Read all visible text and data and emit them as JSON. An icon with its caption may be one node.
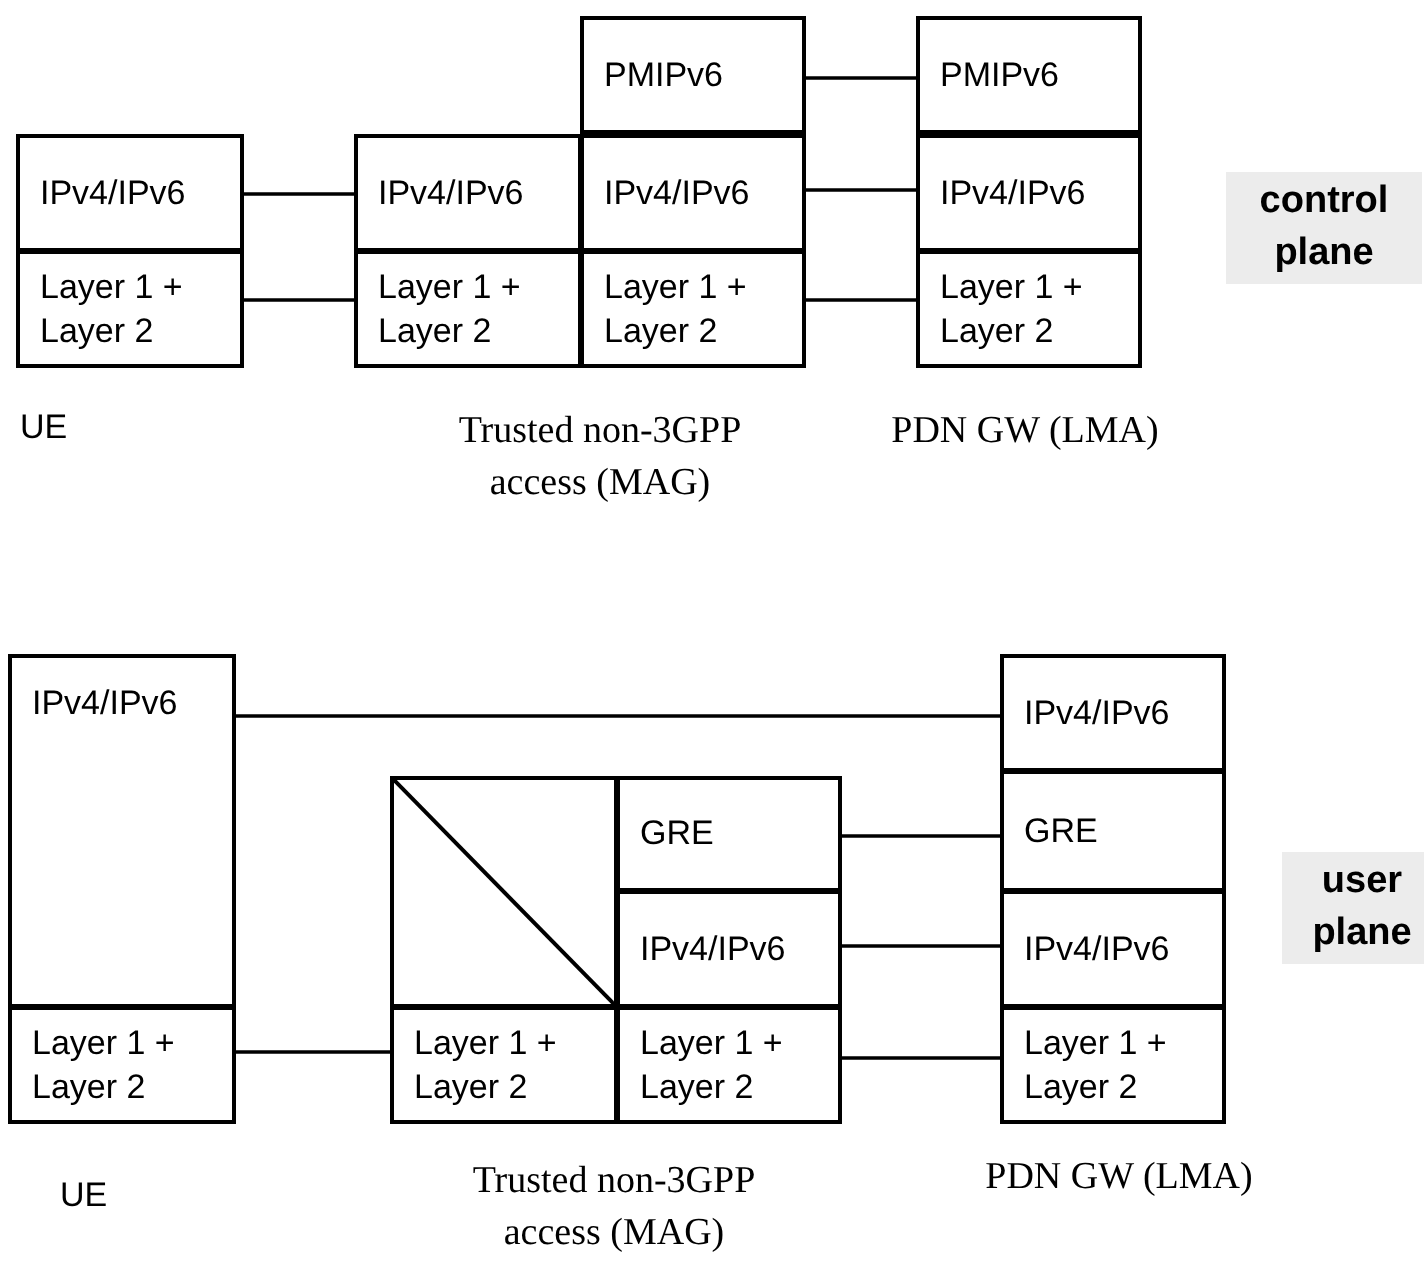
{
  "diagram": {
    "nodes": [
      {
        "text": [
          "PMIPv6"
        ]
      },
      {
        "text": [
          "PMIPv6"
        ]
      },
      {
        "text": [
          "IPv4/IPv6"
        ]
      },
      {
        "text": [
          "IPv4/IPv6"
        ]
      },
      {
        "text": [
          "IPv4/IPv6"
        ]
      },
      {
        "text": [
          "IPv4/IPv6"
        ]
      },
      {
        "text": [
          "Layer 1 + Layer 2"
        ]
      },
      {
        "text": [
          "Layer 1 + Layer 2"
        ]
      },
      {
        "text": [
          "Layer 1 + Layer 2"
        ]
      },
      {
        "text": [
          "Layer 1 + Layer 2"
        ]
      },
      {
        "text": [
          "IPv4/IPv6"
        ]
      },
      {
        "text": [
          "IPv4/IPv6"
        ]
      },
      {
        "text": [],
        "shape": "box"
      },
      {
        "text": [
          "GRE"
        ]
      },
      {
        "text": [
          "GRE"
        ]
      },
      {
        "text": [
          "IPv4/IPv6"
        ]
      },
      {
        "text": [
          "IPv4/IPv6"
        ]
      },
      {
        "text": [
          "Layer 1 + Layer 2"
        ]
      },
      {
        "text": [
          "Layer 1 + Layer 2"
        ]
      },
      {
        "text": [
          "Layer 1 + Layer 2"
        ]
      },
      {
        "text": [
          "Layer 1 + Layer 2"
        ]
      }
    ],
    "edges": [
      {
        "from": 0,
        "to": 1,
        "arrow": "none"
      },
      {
        "from": 2,
        "to": 3,
        "arrow": "none"
      },
      {
        "from": 4,
        "to": 5,
        "arrow": "none"
      },
      {
        "from": 6,
        "to": 7,
        "arrow": "none"
      },
      {
        "from": 8,
        "to": 9,
        "arrow": "none"
      },
      {
        "from": 10,
        "to": 11,
        "arrow": "none"
      },
      {
        "from": 13,
        "to": 14,
        "arrow": "none"
      },
      {
        "from": 15,
        "to": 16,
        "arrow": "none"
      },
      {
        "from": 17,
        "to": 18,
        "arrow": "none"
      },
      {
        "from": 19,
        "to": 20,
        "arrow": "none"
      }
    ],
    "labels": [
      "control plane",
      "UE",
      "Trusted non-3GPP access (MAG)",
      "PDN GW (LMA)",
      "user plane",
      "UE",
      "Trusted non-3GPP access (MAG)",
      "PDN GW (LMA)"
    ]
  }
}
